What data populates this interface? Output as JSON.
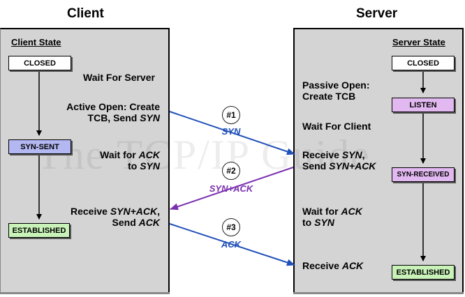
{
  "headings": {
    "client": "Client",
    "server": "Server"
  },
  "client": {
    "state_title": "Client State",
    "states": {
      "closed": "CLOSED",
      "syn_sent": "SYN-SENT",
      "established": "ESTABLISHED"
    },
    "labels": {
      "wait_for_server": "Wait For Server",
      "active_open_1": "Active Open: Create",
      "active_open_2_prefix": "TCB, Send ",
      "active_open_2_em": "SYN",
      "wait_ack_1_prefix": "Wait for ",
      "wait_ack_1_em": "ACK",
      "wait_ack_2_prefix": "to ",
      "wait_ack_2_em": "SYN",
      "receive_1_prefix": "Receive ",
      "receive_1_em": "SYN+ACK",
      "receive_1_suffix": ",",
      "receive_2_prefix": "Send ",
      "receive_2_em": "ACK"
    }
  },
  "server": {
    "state_title": "Server State",
    "states": {
      "closed": "CLOSED",
      "listen": "LISTEN",
      "syn_received": "SYN-RECEIVED",
      "established": "ESTABLISHED"
    },
    "labels": {
      "passive_open_1": "Passive Open:",
      "passive_open_2": "Create TCB",
      "wait_for_client": "Wait For Client",
      "receive_syn_1_prefix": "Receive ",
      "receive_syn_1_em": "SYN",
      "receive_syn_1_suffix": ",",
      "receive_syn_2_prefix": "Send ",
      "receive_syn_2_em": "SYN+ACK",
      "wait_ack_1_prefix": "Wait for ",
      "wait_ack_1_em": "ACK",
      "wait_ack_2_prefix": "to ",
      "wait_ack_2_em": "SYN",
      "receive_ack_prefix": "Receive ",
      "receive_ack_em": "ACK"
    }
  },
  "messages": [
    {
      "number": "#1",
      "label": "SYN",
      "color": "#1f4fb8"
    },
    {
      "number": "#2",
      "label": "SYN+ACK",
      "color": "#7a2fb0"
    },
    {
      "number": "#3",
      "label": "ACK",
      "color": "#1f4fb8"
    }
  ],
  "watermark": "The TCP/IP Guide",
  "colors": {
    "closed": "#ffffff",
    "syn_sent": "#b3b8f2",
    "listen": "#e2b8f0",
    "syn_received": "#e2b8f0",
    "established": "#c8f2b8",
    "panel": "#d4d4d4"
  }
}
